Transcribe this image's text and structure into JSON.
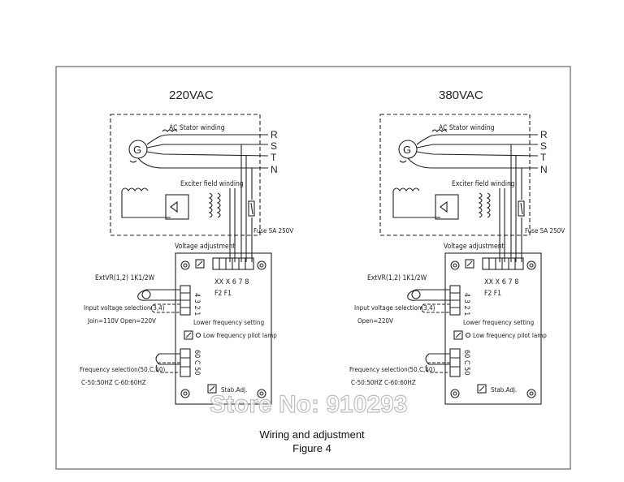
{
  "left": {
    "title": "220VAC",
    "ac_stator": "AC Stator winding",
    "terminals": [
      "R",
      "S",
      "T",
      "N"
    ],
    "exciter": "Exciter field winding",
    "fuse": "Fuse 5A 250V",
    "voltage_adj": "Voltage adjustment",
    "ext_vr": "ExtVR(1,2) 1K1/2W",
    "term_nums": "XX X 6 7 8",
    "term_f": "F2 F1",
    "side_nums": "4 3 2 1",
    "input_sel": "Input voltage selection(3,4)",
    "input_opt": "Join=110V Open=220V",
    "lower_freq": "Lower frequency setting",
    "pilot": "Low frequency pilot lamp",
    "freq_nums": "60 C 50",
    "freq_sel": "Frequency selection(50,C,60)",
    "freq_opt": "C-50:50HZ C-60:60HZ",
    "stab": "Stab.Adj."
  },
  "right": {
    "title": "380VAC",
    "ac_stator": "AC Stator winding",
    "terminals": [
      "R",
      "S",
      "T",
      "N"
    ],
    "exciter": "Exciter field winding",
    "fuse": "Fuse 5A 250V",
    "voltage_adj": "Voltage adjustment",
    "ext_vr": "ExtVR(1,2) 1K1/2W",
    "term_nums": "XX X 6 7 8",
    "term_f": "F2 F1",
    "side_nums": "4 3 2 1",
    "input_sel": "Input voltage selection(3,4)",
    "input_opt": "Open=220V",
    "lower_freq": "Lower frequency setting",
    "pilot": "Low frequency pilot lamp",
    "freq_nums": "60 C 50",
    "freq_sel": "Frequency selection(50,C,60)",
    "freq_opt": "C-50:50HZ C-60:60HZ",
    "stab": "Stab.Adj."
  },
  "caption": {
    "line1": "Wiring and adjustment",
    "line2": "Figure 4"
  },
  "watermark": "Store No: 910293"
}
